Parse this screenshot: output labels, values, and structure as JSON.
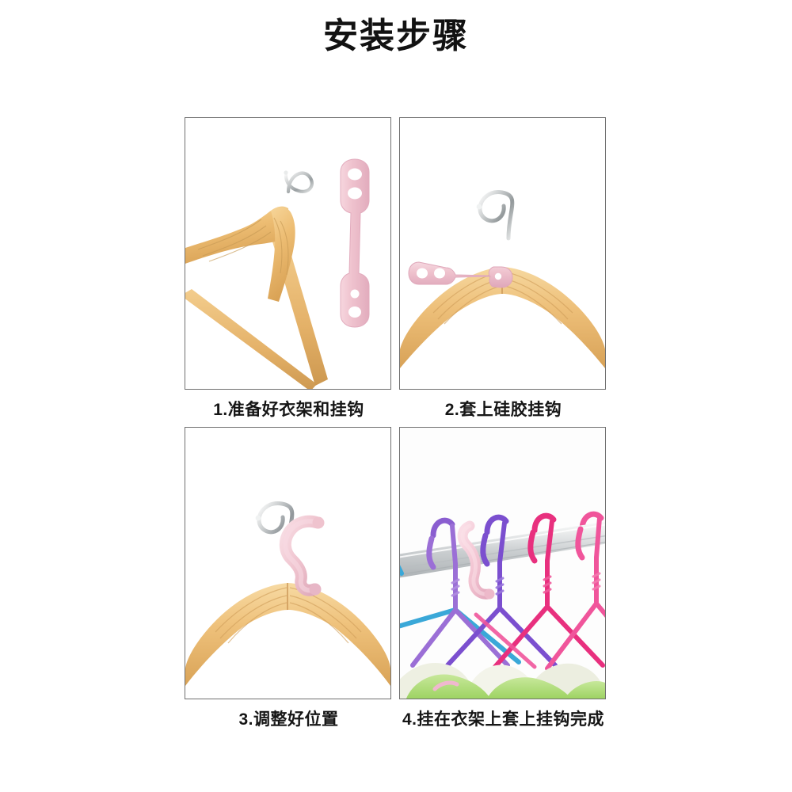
{
  "page": {
    "title": "安装步骤",
    "background_color": "#ffffff",
    "text_color": "#121212"
  },
  "palette": {
    "silicone_pink": "#eec0cc",
    "silicone_pink_dark": "#dda4b6",
    "silicone_pink_light": "#f7dbe3",
    "wood_light": "#f4cf8e",
    "wood_mid": "#e8b463",
    "wood_dark": "#c89a52",
    "metal_light": "#f2f2f2",
    "metal_mid": "#b9bcbe",
    "metal_dark": "#8d9193",
    "panel_border": "#6f6f6f",
    "rail_gray": "#d7d9da",
    "hanger_purple": "#7b4fcf",
    "hanger_violet": "#9b6fd6",
    "hanger_magenta": "#e8307e",
    "hanger_pink": "#f0559b",
    "hanger_blue": "#3aa8d8",
    "cloth_green": "#a9dd72",
    "cloth_cream": "#eef0e2"
  },
  "steps": [
    {
      "id": "step-1",
      "number": "1",
      "caption": "1.准备好衣架和挂钩",
      "scene": "wooden-hanger-and-silicone-strap",
      "objects": [
        "wooden-hanger-tilted",
        "silicone-strap-vertical",
        "metal-hook"
      ]
    },
    {
      "id": "step-2",
      "number": "2",
      "caption": "2.套上硅胶挂钩",
      "scene": "strap-slipped-onto-hook",
      "objects": [
        "wooden-hanger-front",
        "metal-hook",
        "silicone-strap-horizontal"
      ]
    },
    {
      "id": "step-3",
      "number": "3",
      "caption": "3.调整好位置",
      "scene": "strap-wrapped-around-hook",
      "objects": [
        "wooden-hanger-front",
        "metal-hook",
        "silicone-strap-wrapped"
      ]
    },
    {
      "id": "step-4",
      "number": "4",
      "caption": "4.挂在衣架上套上挂钩完成",
      "scene": "hangers-on-rail-photo",
      "objects": [
        "drying-rail",
        "colored-hanger-hooks",
        "silicone-strap-pink",
        "hanging-clothes"
      ]
    }
  ]
}
